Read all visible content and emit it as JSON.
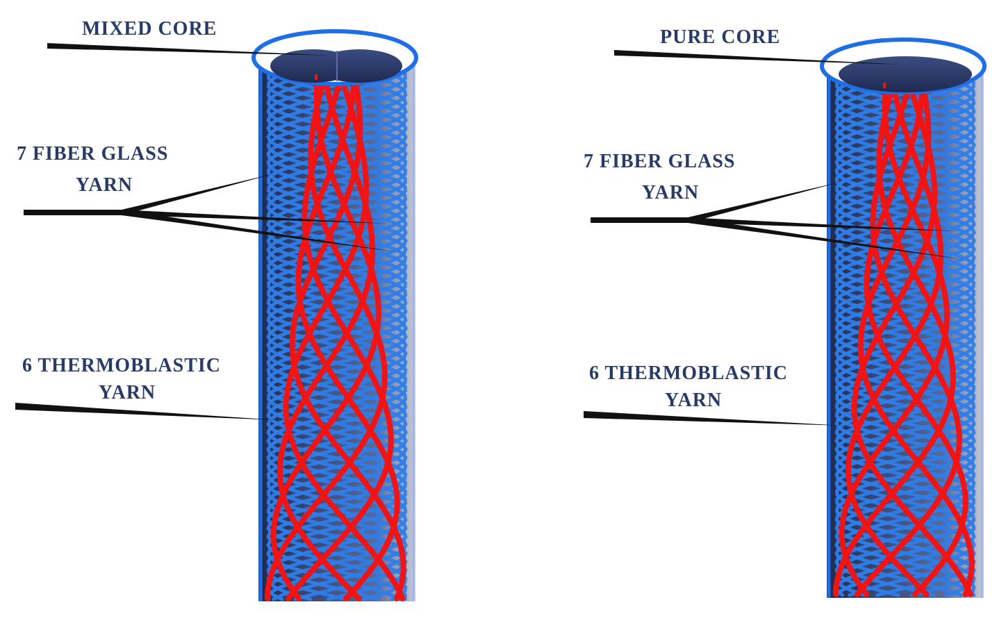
{
  "colors": {
    "label_text": "#283a66",
    "fiber_glass_yarn": "#f01414",
    "thermoplastic_yarn": "#2f7de8",
    "core": "#2c3c6e",
    "leader_line": "#111111",
    "tube_outline": "#1e6fe6"
  },
  "panels": [
    {
      "id": "mixed",
      "core_label": "MIXED CORE",
      "fiber_label_line1": "7 FIBER GLASS",
      "fiber_label_line2": "YARN",
      "thermo_label_line1": "6 THERMOBLASTIC",
      "thermo_label_line2": "YARN",
      "fiber_glass_yarn_count": 7,
      "thermoplastic_yarn_count": 6,
      "core_type": "mixed"
    },
    {
      "id": "pure",
      "core_label": "PURE CORE",
      "fiber_label_line1": "7 FIBER GLASS",
      "fiber_label_line2": "YARN",
      "thermo_label_line1": "6 THERMOBLASTIC",
      "thermo_label_line2": "YARN",
      "fiber_glass_yarn_count": 7,
      "thermoplastic_yarn_count": 6,
      "core_type": "pure"
    }
  ]
}
